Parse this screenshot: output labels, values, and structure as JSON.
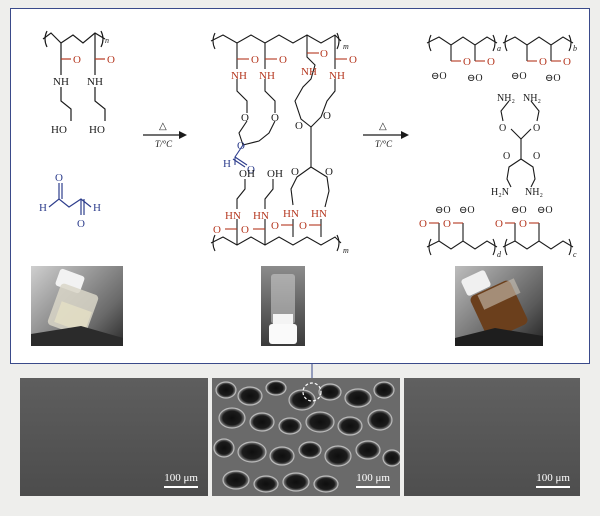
{
  "colors": {
    "black": "#1a1a1a",
    "red": "#b5371f",
    "blue": "#2d3d8c",
    "frame": "#3a4a8a"
  },
  "polymer_left": {
    "amide_o": "O",
    "amide_nh": "NH",
    "oh": "HO",
    "subscript": "n"
  },
  "glyoxal": {
    "h1": "H",
    "h2": "H",
    "o1": "O",
    "o2": "O"
  },
  "arrow1": {
    "top": "△",
    "bottom": "T/°C"
  },
  "arrow2": {
    "top": "△",
    "bottom": "T/°C"
  },
  "crosslinked": {
    "o": "O",
    "nh": "NH",
    "hn": "HN",
    "oh": "OH",
    "h": "H",
    "m_top": "m",
    "m_bottom": "m"
  },
  "product": {
    "o": "O",
    "o_minus": "⊖O",
    "sub_a": "a",
    "sub_b": "b",
    "sub_c": "c",
    "sub_d": "d",
    "nh2": "NH₂",
    "h2n": "H₂N"
  },
  "sem_images": [
    {
      "scale_label": "100 μm"
    },
    {
      "scale_label": "100 μm"
    },
    {
      "scale_label": "100 μm"
    }
  ]
}
